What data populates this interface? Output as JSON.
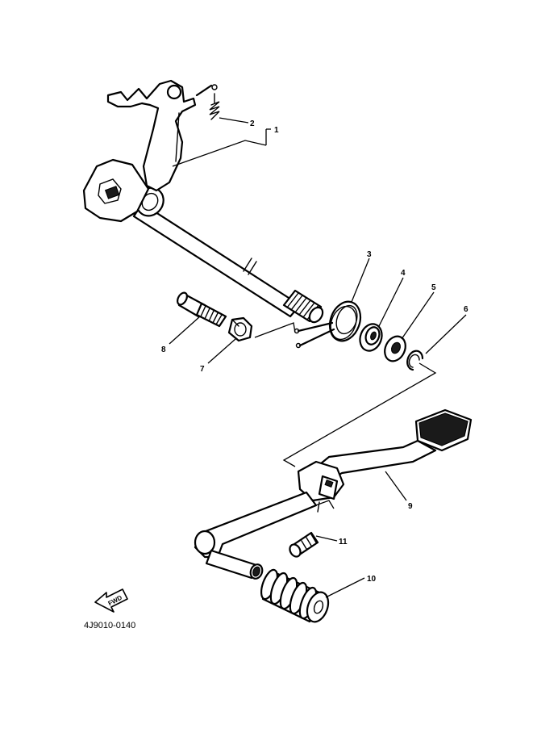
{
  "drawing_code": "4J9010-0140",
  "fwd_label": "FWD",
  "callouts": [
    {
      "id": "1",
      "label": "1",
      "part": "shift-shaft-assembly"
    },
    {
      "id": "2",
      "label": "2",
      "part": "spring"
    },
    {
      "id": "3",
      "label": "3",
      "part": "torsion-spring"
    },
    {
      "id": "4",
      "label": "4",
      "part": "oil-seal"
    },
    {
      "id": "5",
      "label": "5",
      "part": "washer"
    },
    {
      "id": "6",
      "label": "6",
      "part": "circlip"
    },
    {
      "id": "7",
      "label": "7",
      "part": "nut"
    },
    {
      "id": "8",
      "label": "8",
      "part": "stopper-bolt"
    },
    {
      "id": "9",
      "label": "9",
      "part": "shift-pedal"
    },
    {
      "id": "10",
      "label": "10",
      "part": "pedal-rubber"
    },
    {
      "id": "11",
      "label": "11",
      "part": "pinch-bolt"
    }
  ]
}
